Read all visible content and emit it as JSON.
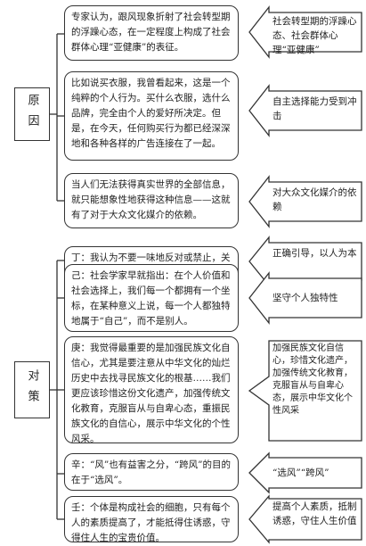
{
  "categories": {
    "cause": "原因",
    "countermeasure": "对策"
  },
  "cause_items": [
    {
      "text": "专家认为，跟风现象折射了社会转型期的浮躁心态，在一定程度上构成了社会群体心理“亚健康”的表征。",
      "summary": "社会转型期的浮躁心态、社会群体心理“亚健康”"
    },
    {
      "text": "比如说买衣服，我曾看起来，这是一个纯粹的个人行为。买什么衣服，选什么品牌，完全由个人的爱好所决定。但是，在今天，任何购买行为都已经深深地和各种各样的广告连接在了一起。",
      "summary": "自主选择能力受到冲击"
    },
    {
      "text": "当人们无法获得真实世界的全部信息，就只能想象性地获得这种信息——这就有了对于大众文化媒介的依赖。",
      "summary": "对大众文化媒介的依赖"
    }
  ],
  "countermeasure_items": [
    {
      "text": "丁：我认为不要一味地反对或禁止，关键是要正确引导，要体现以人为本。",
      "summary": "正确引导，以人为本"
    },
    {
      "text": "己：社会学家早就指出：在个人价值和社会选择上，我们每一个都拥有一个坐标，在某种意义上说，每一个人都独特地属于“自己”，而不是别人。",
      "summary": "坚守个人独特性"
    },
    {
      "text": "庚：我觉得最重要的是加强民族文化自信心，尤其是要注意从中华文化的灿烂历史中去找寻民族文化的根基……我们更应该珍惜这份文化遗产，加强传统文化教育，克服盲从与自卑心态，重振民族文化的自信心，展示中华文化的个性风采。",
      "summary": "加强民族文化自信心，珍惜文化遗产，加强传统文化教育，克服盲从与自卑心态，展示中华文化个性风采"
    },
    {
      "text": "辛：“风”也有益害之分，“跨风”的目的在于“选风”。",
      "summary": "“选风”“跨风”"
    },
    {
      "text": "壬：个体是构成社会的细胞，只有每个人的素质提高了，才能抵得住诱惑，守得住人生的宝贵价值。",
      "summary": "提高个人素质，抵制诱惑，守住人生价值"
    }
  ]
}
